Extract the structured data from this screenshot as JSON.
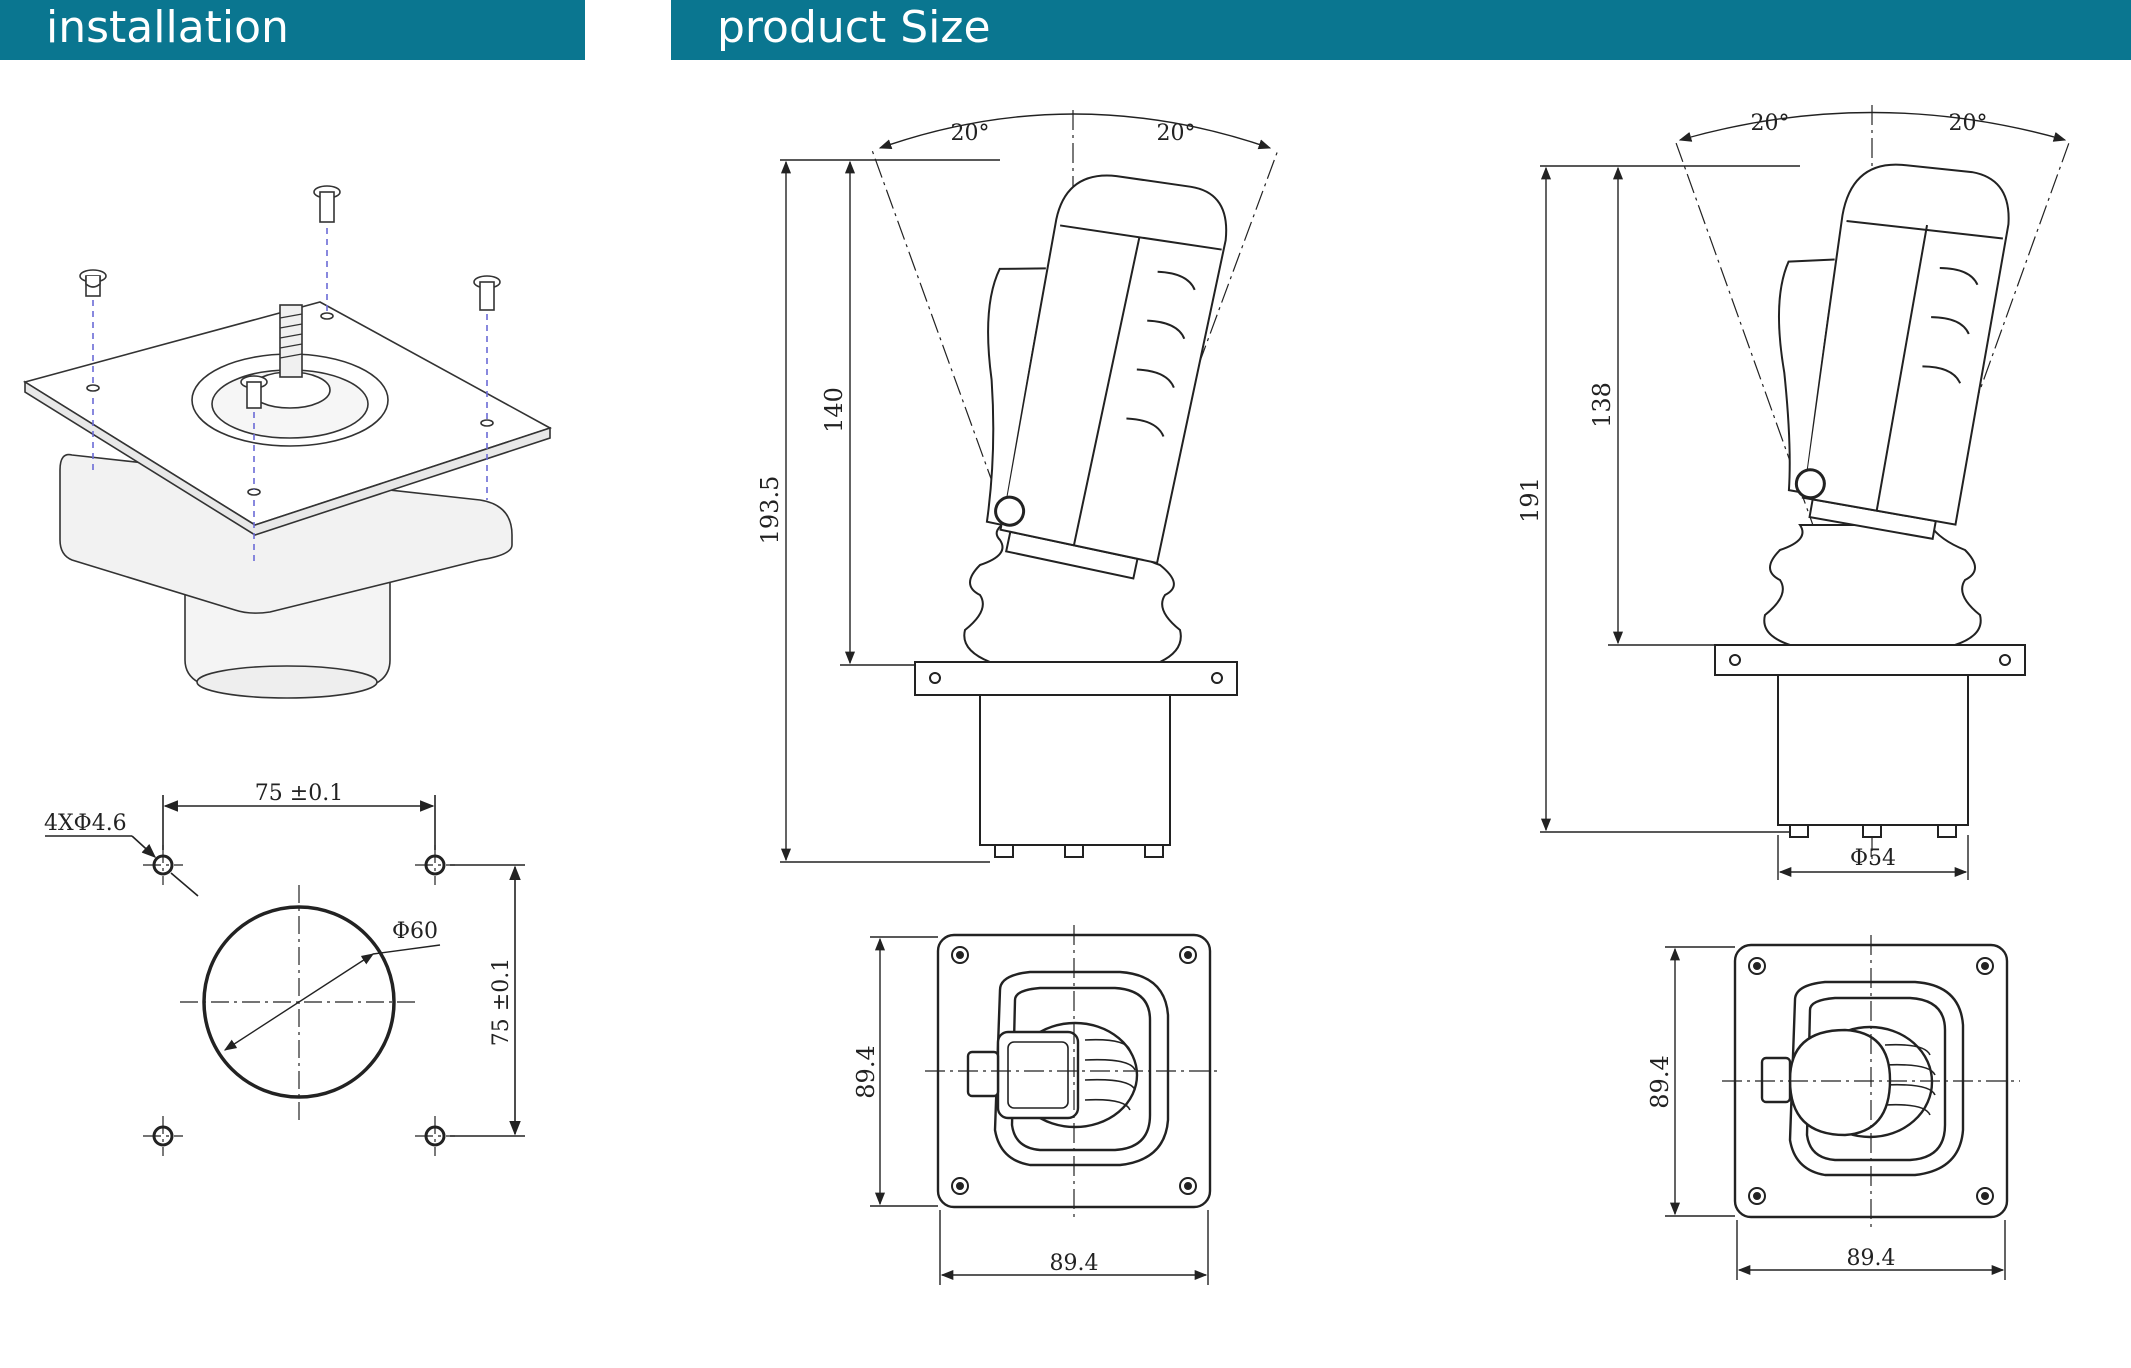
{
  "banners": {
    "installation": "installation",
    "product_size": "product Size"
  },
  "installation_pattern": {
    "hole_spec": "4XΦ4.6",
    "horizontal_spacing": "75  ±0.1",
    "vertical_spacing": "75 ±0.1",
    "center_diameter": "Φ60"
  },
  "product_left": {
    "angle_left": "20°",
    "angle_right": "20°",
    "overall_height": "193.5",
    "handle_height": "140",
    "base_width": "89.4",
    "base_depth": "89.4"
  },
  "product_right": {
    "angle_left": "20°",
    "angle_right": "20°",
    "overall_height": "191",
    "handle_height": "138",
    "housing_diameter": "Φ54",
    "base_width": "89.4",
    "base_depth": "89.4"
  },
  "colors": {
    "banner": "#0a7690",
    "line": "#222222",
    "dashed_leader": "#6b6bd6"
  }
}
